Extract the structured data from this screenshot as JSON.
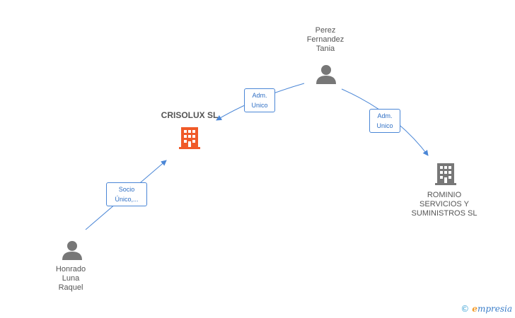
{
  "nodes": {
    "crisolux": {
      "label": "CRISOLUX SL",
      "type": "company",
      "color": "#f05a28"
    },
    "rominio": {
      "label": "ROMINIO\nSERVICIOS Y\nSUMINISTROS SL",
      "type": "company",
      "color": "#777777"
    },
    "perez": {
      "label": "Perez\nFernandez\nTania",
      "type": "person",
      "color": "#777777"
    },
    "honrado": {
      "label": "Honrado\nLuna\nRaquel",
      "type": "person",
      "color": "#777777"
    }
  },
  "edges": {
    "perez_crisolux": {
      "label": "Adm.\nUnico"
    },
    "perez_rominio": {
      "label": "Adm.\nUnico"
    },
    "honrado_crisolux": {
      "label": "Socio\nÚnico,..."
    }
  },
  "colors": {
    "edge": "#4a86d6",
    "edge_text": "#2f6fc4"
  },
  "watermark": {
    "copyright": "©",
    "brand_initial": "e",
    "brand_rest": "mpresia"
  }
}
